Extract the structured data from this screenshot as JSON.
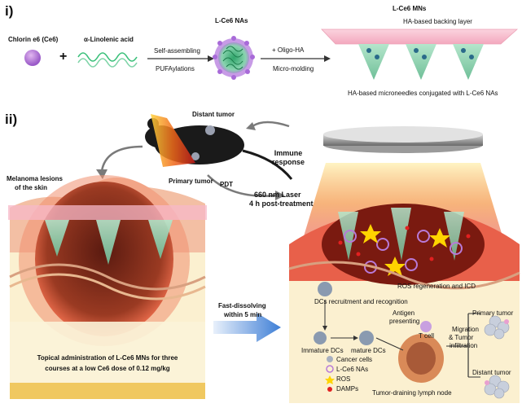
{
  "section_i": {
    "label": "i)",
    "ce6": "Chlorin e6 (Ce6)",
    "plus": "+",
    "linolenic": "α-Linolenic acid",
    "self_assembling": "Self-assembling",
    "pufaylations": "PUFAylations",
    "nas_title": "L-Ce6 NAs",
    "oligo": "+ Oligo-HA",
    "molding": "Micro-molding",
    "mns_title": "L-Ce6 MNs",
    "backing": "HA-based backing layer",
    "microneedles": "HA-based microneedles conjugated with L-Ce6 NAs"
  },
  "section_ii": {
    "label": "ii)",
    "distant_tumor": "Distant tumor",
    "primary_tumor": "Primary tumor",
    "immune": "Immune response",
    "pdt": "PDT",
    "laser_line1": "660 nm Laser",
    "laser_line2": "4 h post-treatment",
    "melanoma_line1": "Melanoma lesions",
    "melanoma_line2": "of the skin",
    "topical_line1": "Topical administration of L-Ce6 MNs for three",
    "topical_line2": "courses at a low Ce6 dose of 0.12 mg/kg",
    "fast_line1": "Fast-dissolving",
    "fast_line2": "within 5 min",
    "ros_icd": "ROS regeneration and ICD",
    "dcs_recruit": "DCs recruitment and recognition",
    "antigen_line1": "Antigen",
    "antigen_line2": "presenting",
    "immature": "Immature DCs",
    "mature": "mature DCs",
    "tcell": "T cell",
    "lymph": "Tumor-draining lymph node",
    "migration_line1": "Migration",
    "migration_line2": "& Tumor",
    "migration_line3": "infiltration",
    "primary": "Primary tumor",
    "distant": "Distant tumor",
    "legend": [
      "Cancer cells",
      "L-Ce6 NAs",
      "ROS",
      "DAMPs"
    ]
  },
  "colors": {
    "tissue": "#e88a5a",
    "tumor": "#7a2a1a",
    "needle": "#8fcfb0",
    "backing": "#f7b8c8",
    "ros": "#f5d800",
    "arrow": "#5a8fd8",
    "skin_base": "#f7e6b8"
  }
}
